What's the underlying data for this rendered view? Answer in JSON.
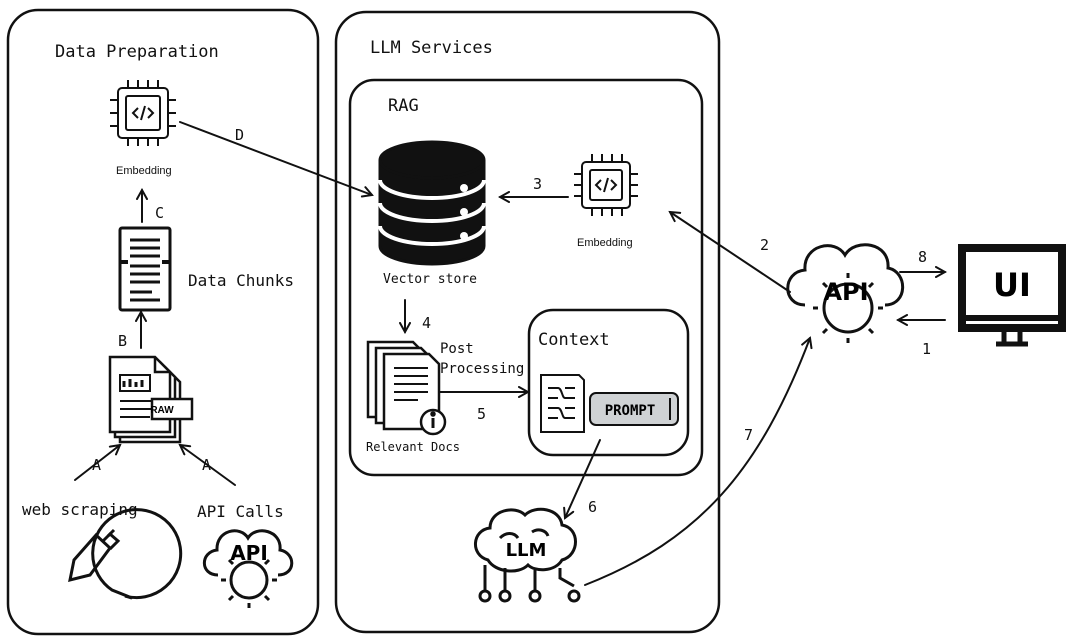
{
  "panels": {
    "data_preparation": "Data Preparation",
    "llm_services": "LLM Services",
    "rag": "RAG",
    "context": "Context"
  },
  "nodes": {
    "embedding_left": "Embedding",
    "embedding_right": "Embedding",
    "data_chunks": "Data Chunks",
    "vector_store": "Vector store",
    "post_processing_line1": "Post",
    "post_processing_line2": "Processing",
    "relevant_docs": "Relevant Docs",
    "web_scraping": "web scraping",
    "api_calls": "API Calls",
    "prompt": "PROMPT",
    "llm": "LLM",
    "api": "API",
    "ui": "UI",
    "raw": "RAW"
  },
  "steps": {
    "A1": "A",
    "A2": "A",
    "B": "B",
    "C": "C",
    "D": "D",
    "s1": "1",
    "s2": "2",
    "s3": "3",
    "s4": "4",
    "s5": "5",
    "s6": "6",
    "s7": "7",
    "s8": "8"
  }
}
